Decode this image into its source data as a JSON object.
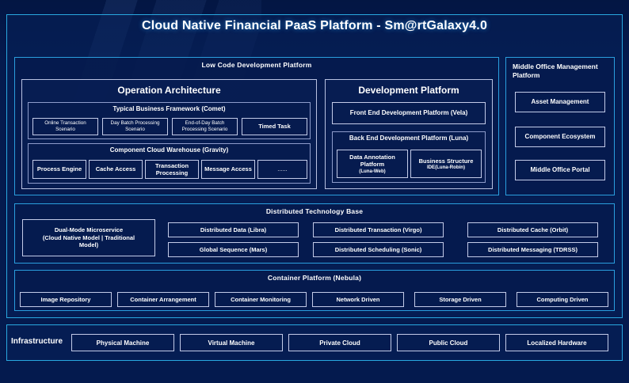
{
  "title": "Cloud Native Financial PaaS Platform - Sm@rtGalaxy4.0",
  "colors": {
    "background": "#041a4e",
    "accent_border": "#29a8e0",
    "panel_border": "#b9c2e2",
    "text": "#ffffff"
  },
  "low_code": {
    "title": "Low Code Development Platform",
    "operation_architecture": {
      "title": "Operation Architecture",
      "business_framework": {
        "title": "Typical Business Framework (Comet)",
        "items": [
          "Online Transaction Scenario",
          "Day Batch Processing Scenario",
          "End-of-Day Batch Processing Scenario",
          "Timed Task"
        ]
      },
      "component_warehouse": {
        "title": "Component Cloud Warehouse (Gravity)",
        "items": [
          "Process Engine",
          "Cache Access",
          "Transaction Processing",
          "Message Access",
          "......"
        ]
      }
    },
    "development_platform": {
      "title": "Development Platform",
      "front_end": "Front End Development Platform (Vela)",
      "back_end": {
        "title": "Back End Development Platform (Luna)",
        "items": [
          {
            "name": "Data Annotation Platform",
            "sub": "(Luna-Web)"
          },
          {
            "name": "Business Structure",
            "sub": "IDE(Luna-Robin)"
          }
        ]
      }
    }
  },
  "middle_office": {
    "title": "Middle Office Management Platform",
    "items": [
      "Asset Management",
      "Component Ecosystem",
      "Middle Office Portal"
    ]
  },
  "distributed_base": {
    "title": "Distributed Technology Base",
    "wide_item": "Dual-Mode Microservice (Cloud Native Model | Traditional Model)",
    "wide_item_lines": [
      "Dual-Mode Microservice",
      "(Cloud Native Model | Traditional",
      "Model)"
    ],
    "grid": [
      "Distributed Data (Libra)",
      "Distributed Transaction (Virgo)",
      "Distributed Cache (Orbit)",
      "Global Sequence (Mars)",
      "Distributed Scheduling (Sonic)",
      "Distributed Messaging (TDRSS)"
    ]
  },
  "container_platform": {
    "title": "Container Platform (Nebula)",
    "items": [
      "Image Repository",
      "Container Arrangement",
      "Container Monitoring",
      "Network Driven",
      "Storage Driven",
      "Computing Driven"
    ]
  },
  "infrastructure": {
    "label": "Infrastructure",
    "items": [
      "Physical Machine",
      "Virtual Machine",
      "Private Cloud",
      "Public Cloud",
      "Localized Hardware"
    ]
  }
}
